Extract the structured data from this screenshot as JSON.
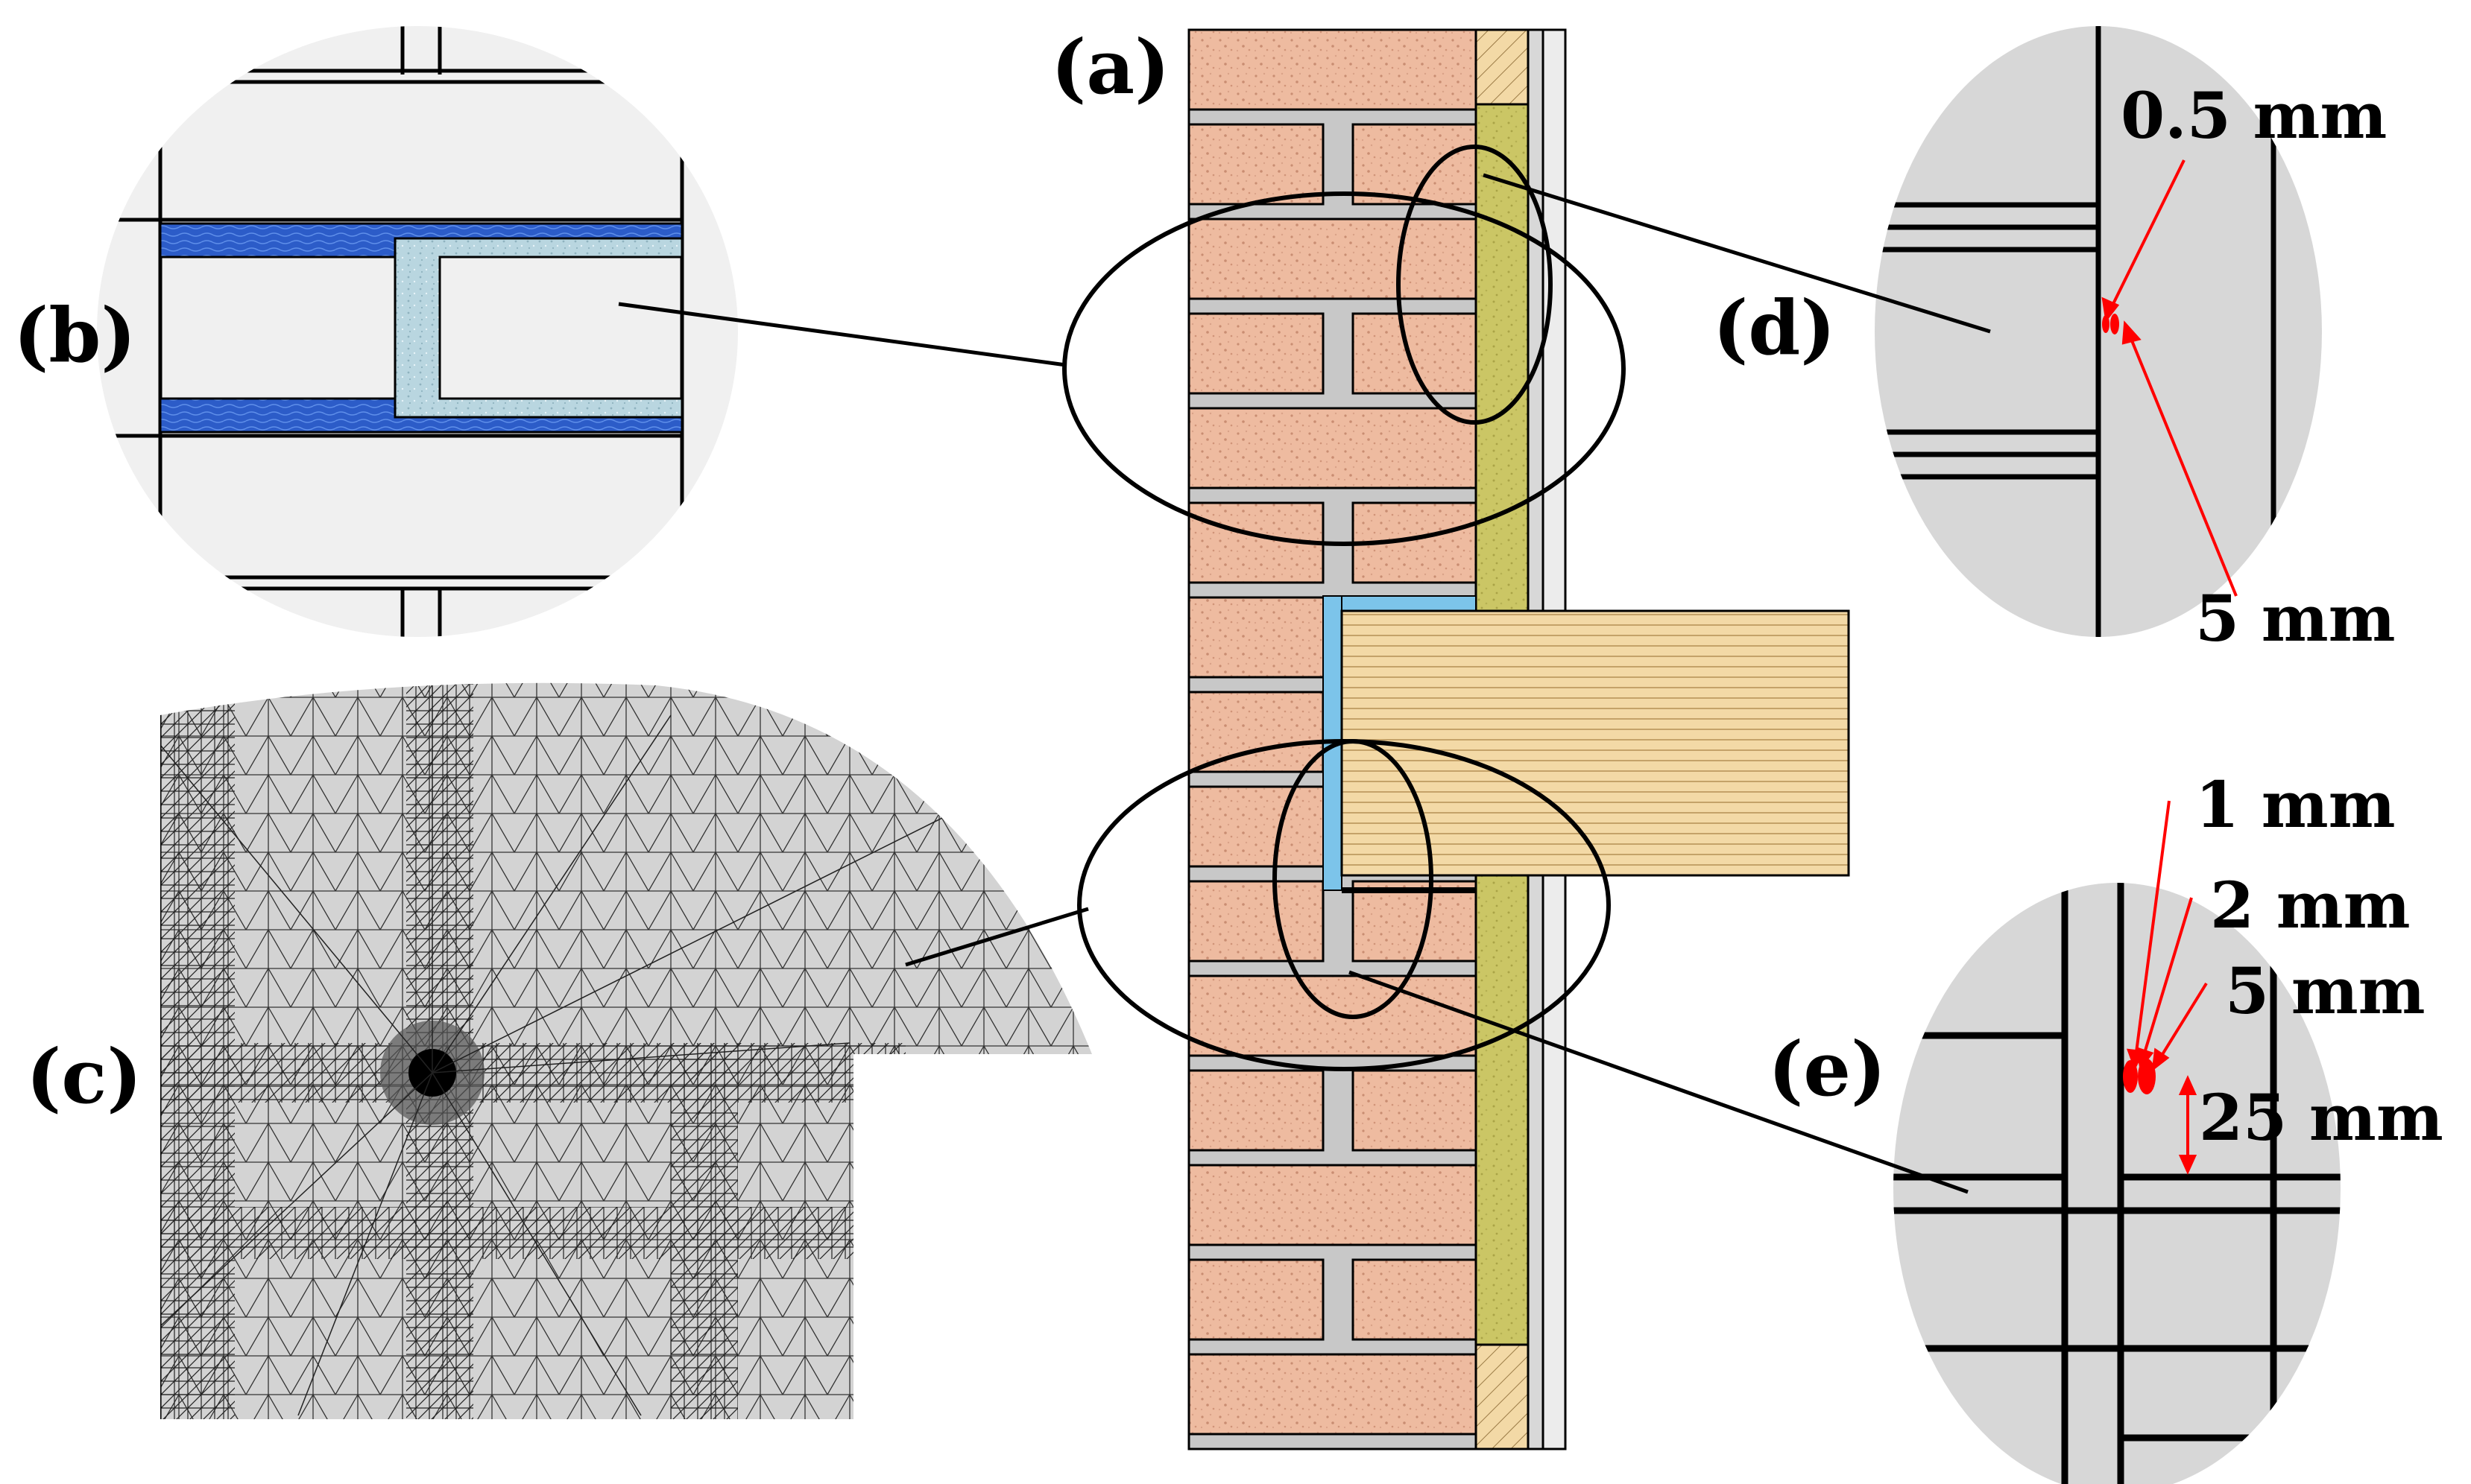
{
  "panels": {
    "a": "(a)",
    "b": "(b)",
    "c": "(c)",
    "d": "(d)",
    "e": "(e)"
  },
  "detail_d": {
    "dim_small": "0.5 mm",
    "dim_large": "5 mm"
  },
  "detail_e": {
    "dim_1": "1 mm",
    "dim_2": "2 mm",
    "dim_3": "5 mm",
    "dim_4": "25 mm"
  },
  "colors": {
    "brick": "#eebba0",
    "mortar": "#c8c8c8",
    "insulation": "#cbc665",
    "timber": "#f3d9a6",
    "cavity_fill": "#7cc4ea",
    "blue_band": "#2c5cc8",
    "detail_gray": "#d7d7d7",
    "panel_b_bg": "#f0f0f0",
    "annotation_red": "#ff0000"
  }
}
